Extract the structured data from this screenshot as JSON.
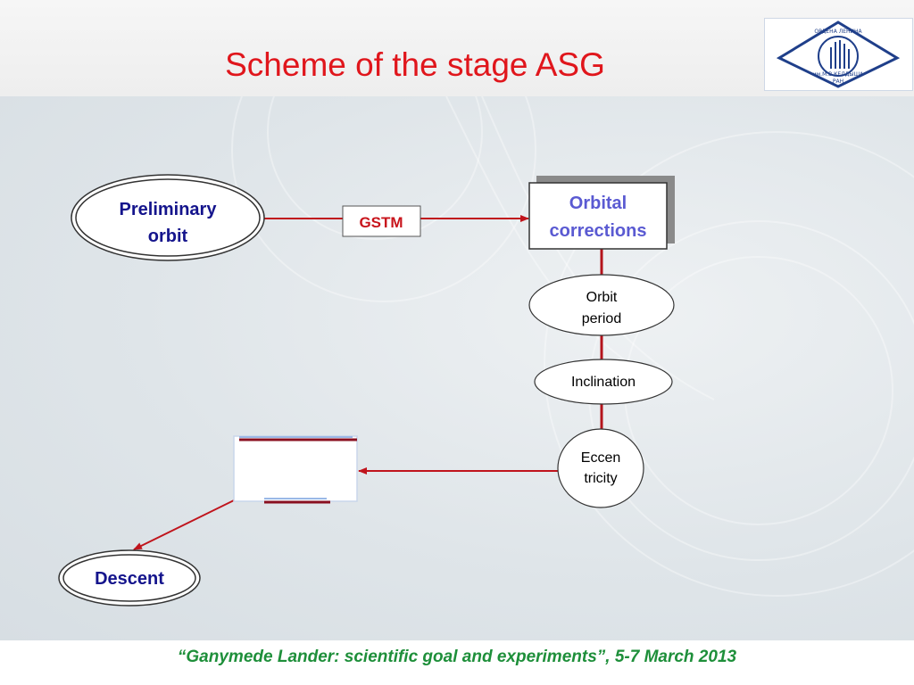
{
  "slide": {
    "title": "Scheme of the stage ASG",
    "footer": "“Ganymede Lander: scientific goal and experiments”, 5-7 March 2013"
  },
  "logo": {
    "icon": "institute-emblem-icon",
    "lines": [
      "ОРДЕНА ЛЕНИНА",
      "им.М.В.КЕЛДЫША",
      "РАН"
    ]
  },
  "nodes": {
    "preliminary_orbit": {
      "line1": "Preliminary",
      "line2": "orbit"
    },
    "gstm": "GSTM",
    "orbital_corrections": {
      "line1": "Orbital",
      "line2": "corrections"
    },
    "orbit_period": {
      "line1": "Orbit",
      "line2": "period"
    },
    "inclination": "Inclination",
    "eccentricity": {
      "line1": "Eccen",
      "line2": "tricity"
    },
    "blank_box": "",
    "descent": "Descent"
  },
  "colors": {
    "title": "#e0161c",
    "arrow": "#c0141c",
    "node_text_dark": "#14148c",
    "node_text_blue": "#5a5ad2",
    "gstm_text": "#c8141c",
    "footer": "#1e8f3a",
    "connector": "#b4141c"
  }
}
